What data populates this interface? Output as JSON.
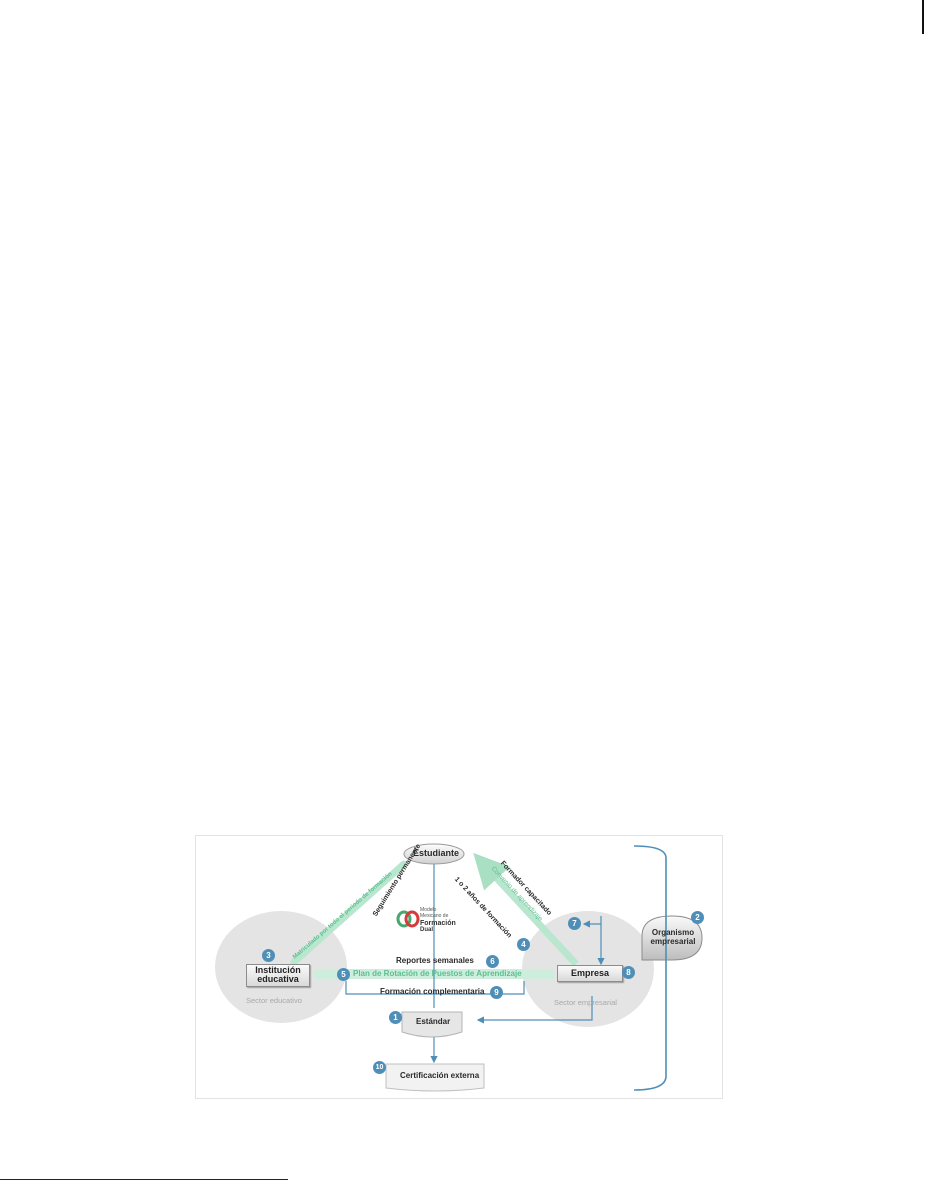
{
  "nodes": {
    "student": "Estudiante",
    "institution": "Institución\neducativa",
    "company": "Empresa",
    "organism": "Organismo\nempresarial",
    "standard": "Estándar",
    "certification": "Certificación externa"
  },
  "sectors": {
    "education": "Sector educativo",
    "business": "Sector empresarial"
  },
  "logo": {
    "line1": "Modelo",
    "line2": "Mexicano de",
    "line3": "Formación",
    "line4": "Dual"
  },
  "flows": {
    "enrolled": "Matriculado por todo el periodo de formación",
    "monitoring": "Seguimiento permanente",
    "years": "1 o 2 años de formación",
    "trainer": "Formador capacitado",
    "agreement": "Convenio de aprendizaje",
    "reports": "Reportes  semanales",
    "rotation_plan": "Plan de Rotación de Puestos de Aprendizaje",
    "complementary": "Formación complementaria"
  },
  "badges": {
    "b1": "1",
    "b2": "2",
    "b3": "3",
    "b4": "4",
    "b5": "5",
    "b6": "6",
    "b7": "7",
    "b8": "8",
    "b9": "9",
    "b10": "10"
  },
  "colors": {
    "badge": "#4f8fb7",
    "green_flow": "#5cbf8f",
    "arrow_blue": "#4f8fb7",
    "sector_ellipse": "#e4e4e4"
  }
}
